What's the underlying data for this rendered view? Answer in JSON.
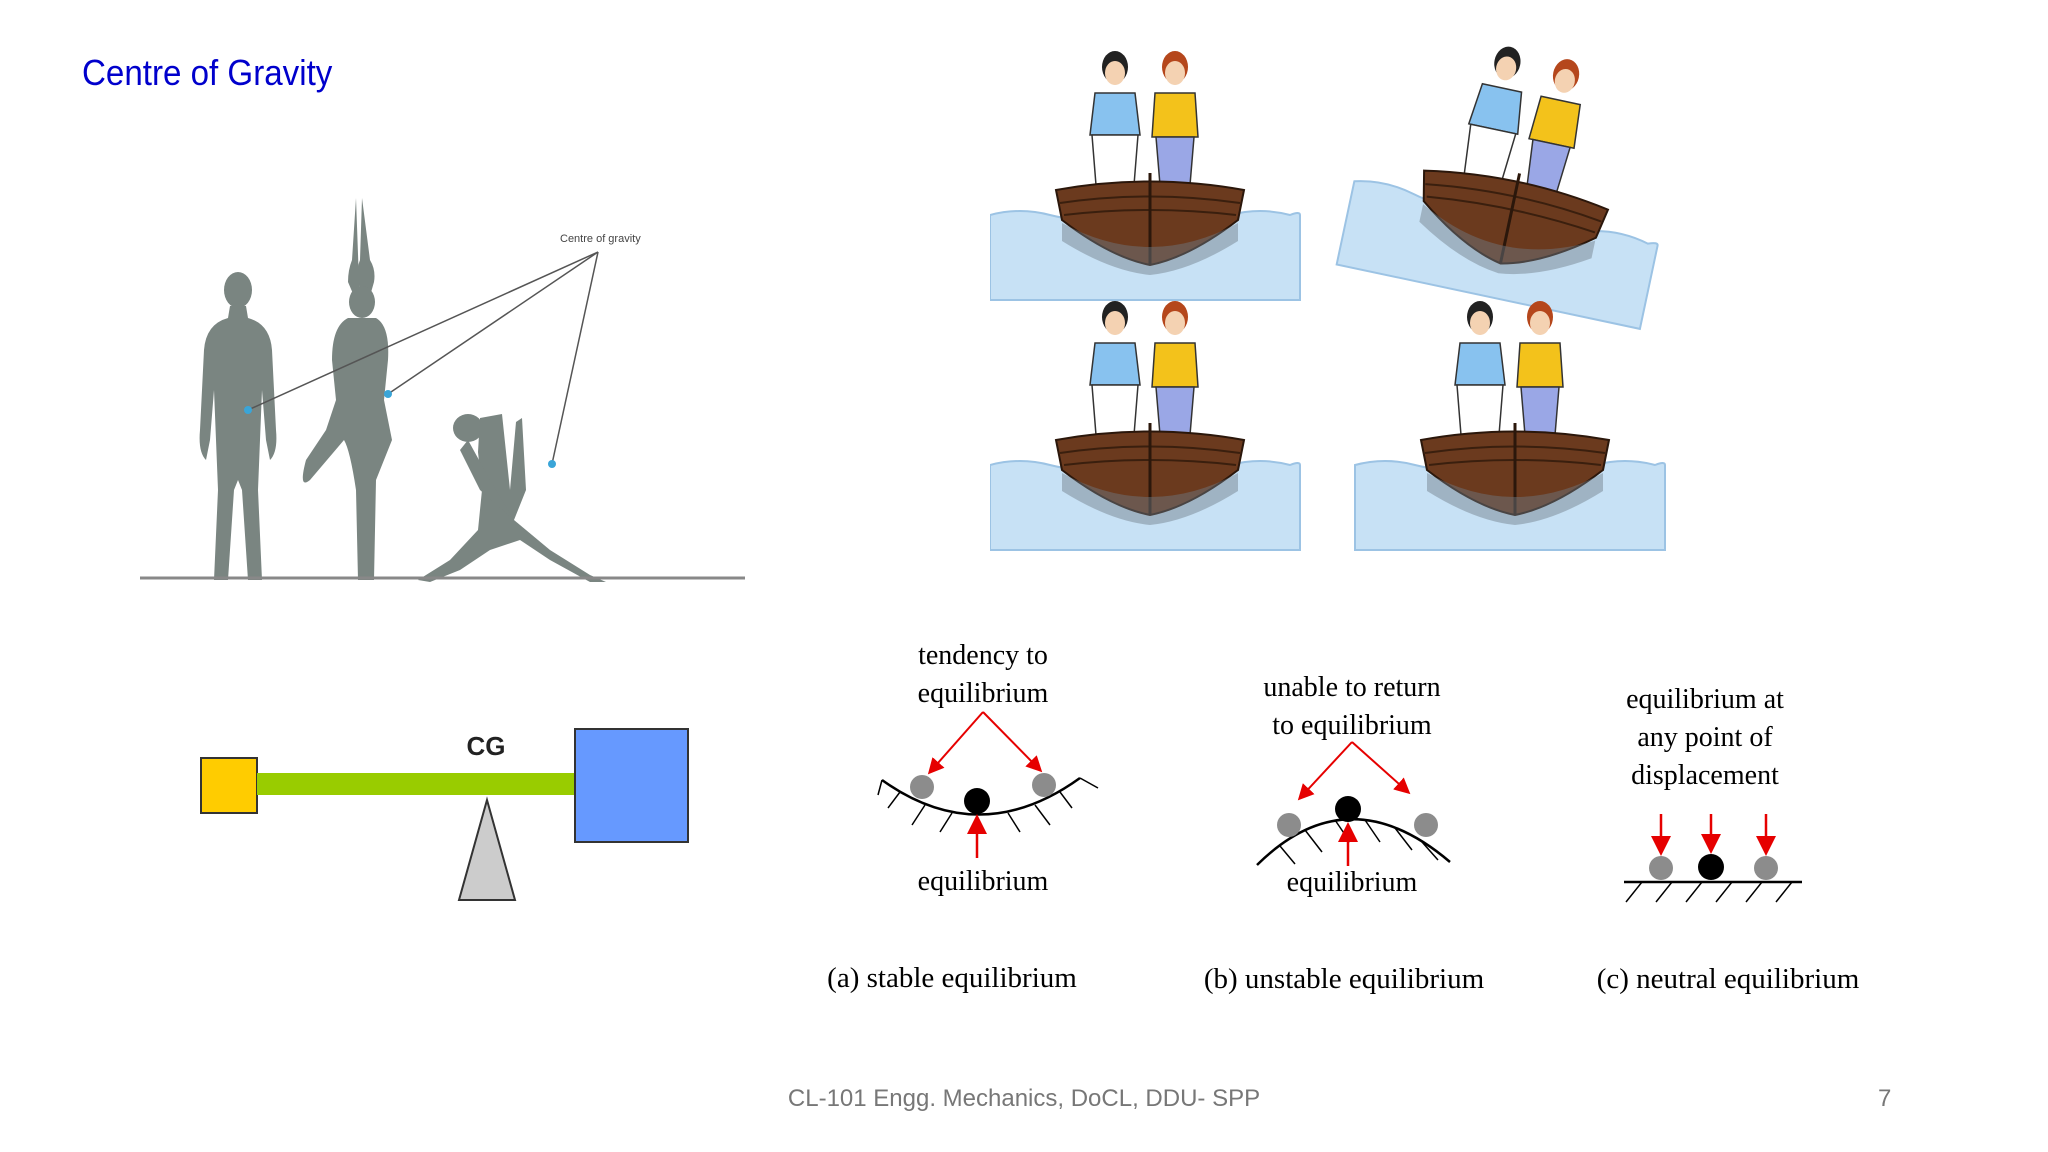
{
  "slide": {
    "title": "Centre of Gravity",
    "footer": "CL-101 Engg. Mechanics, DoCL, DDU- SPP",
    "page_number": "7"
  },
  "figures": {
    "silhouettes": {
      "label": "Centre of gravity",
      "colors": {
        "figure": "#7a8581",
        "ground": "#888888"
      }
    },
    "lever": {
      "label": "CG",
      "colors": {
        "small_block": "#ffcc00",
        "beam": "#99cc00",
        "big_block": "#6699ff",
        "fulcrum": "#cccccc"
      }
    },
    "boats": {
      "colors": {
        "water": "#c7e1f5",
        "hull": "#6b3a1e",
        "shirt_a": "#88c2ef",
        "shirt_b": "#f3c21b"
      }
    },
    "equilibrium": {
      "stable": {
        "top_label_1": "tendency to",
        "top_label_2": "equilibrium",
        "bottom_label": "equilibrium",
        "caption": "(a) stable equilibrium"
      },
      "unstable": {
        "top_label_1": "unable to return",
        "top_label_2": "to equilibrium",
        "bottom_label": "equilibrium",
        "caption": "(b) unstable equilibrium"
      },
      "neutral": {
        "top_label_1": "equilibrium at",
        "top_label_2": "any point of",
        "top_label_3": "displacement",
        "caption": "(c) neutral equilibrium"
      },
      "colors": {
        "arrow": "#e60000",
        "ball_grey": "#8c8c8c",
        "ball_black": "#000000"
      }
    }
  }
}
